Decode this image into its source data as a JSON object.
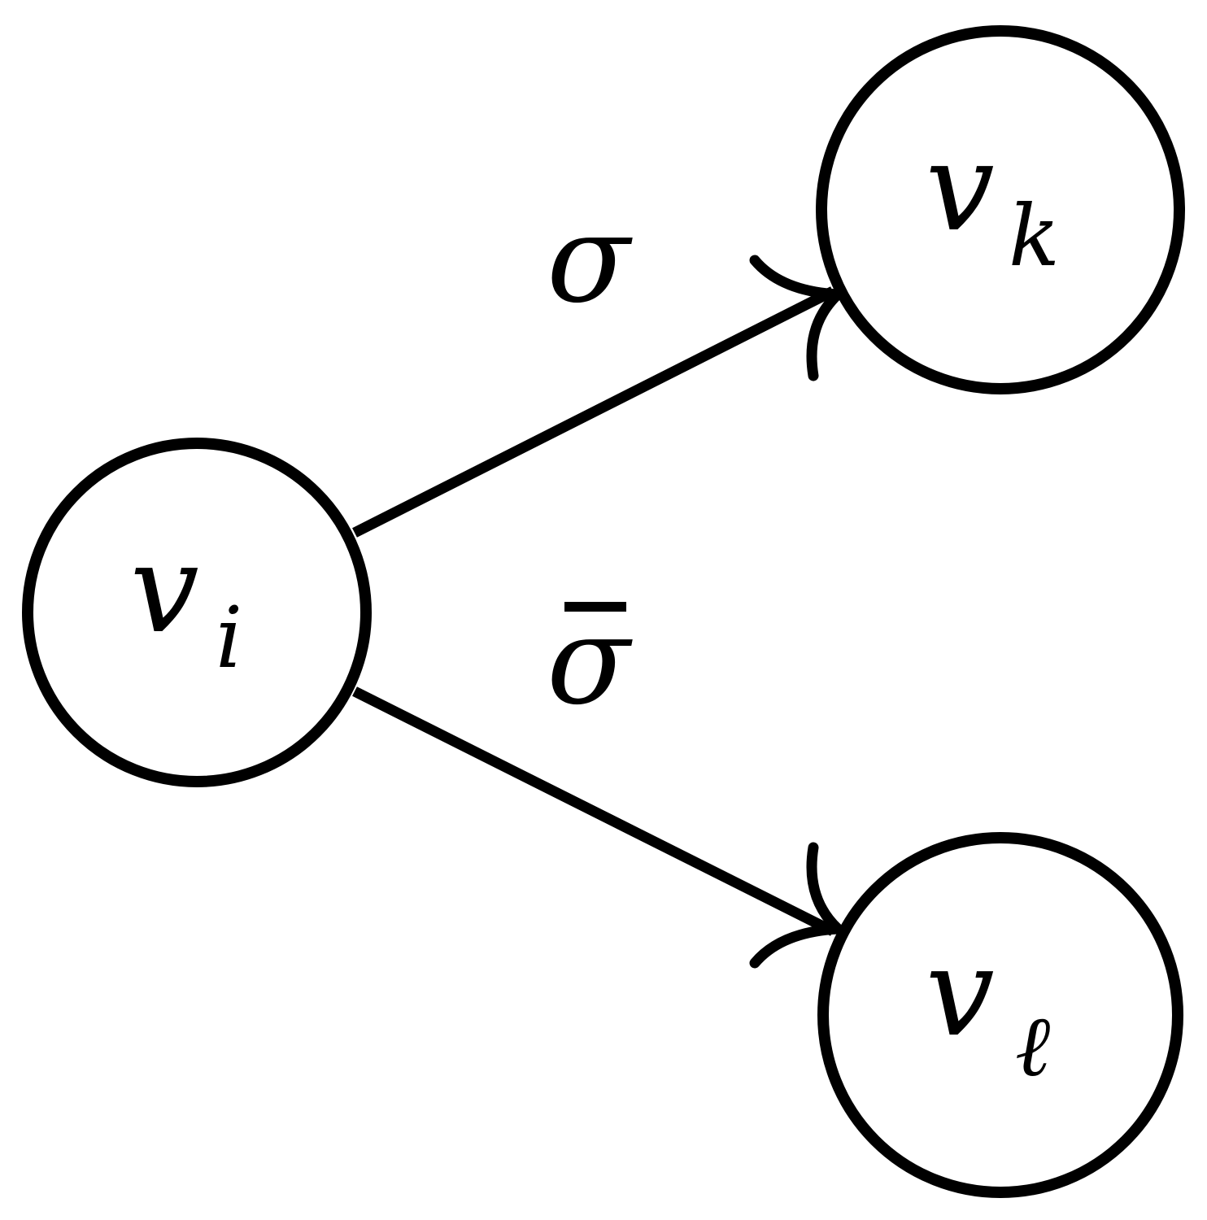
{
  "nodes": {
    "vi": {
      "main": "v",
      "sub": "i"
    },
    "vk": {
      "main": "v",
      "sub": "k"
    },
    "vl": {
      "main": "v",
      "sub": "ℓ"
    }
  },
  "edges": {
    "upper": {
      "label": "σ"
    },
    "lower": {
      "label": "σ"
    }
  },
  "colors": {
    "stroke": "#000000",
    "background": "#ffffff"
  }
}
